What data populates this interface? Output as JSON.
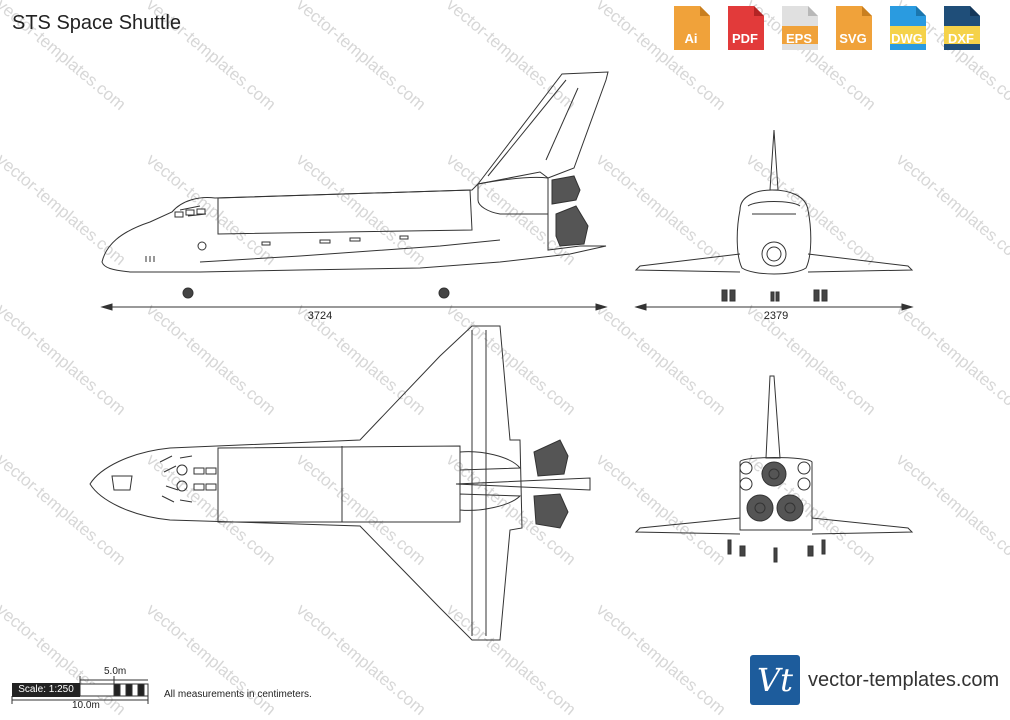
{
  "title": "STS Space Shuttle",
  "watermark_text": "vector-templates.com",
  "formats": [
    {
      "label": "Ai",
      "color": "#f0a23a"
    },
    {
      "label": "PDF",
      "color": "#e23a3a"
    },
    {
      "label": "EPS",
      "color": "#cccccc"
    },
    {
      "label": "SVG",
      "color": "#f0a23a"
    },
    {
      "label": "DWG",
      "color": "#2a9be0"
    },
    {
      "label": "DXF",
      "color": "#1f4e79"
    }
  ],
  "dimensions": {
    "length": "3724",
    "span": "2379"
  },
  "scale": {
    "label": "Scale: 1:250",
    "small": "5.0m",
    "large": "10.0m"
  },
  "note": "All measurements in centimeters.",
  "brand": {
    "logo_text": "Vt",
    "name": "vector-templates.com"
  }
}
